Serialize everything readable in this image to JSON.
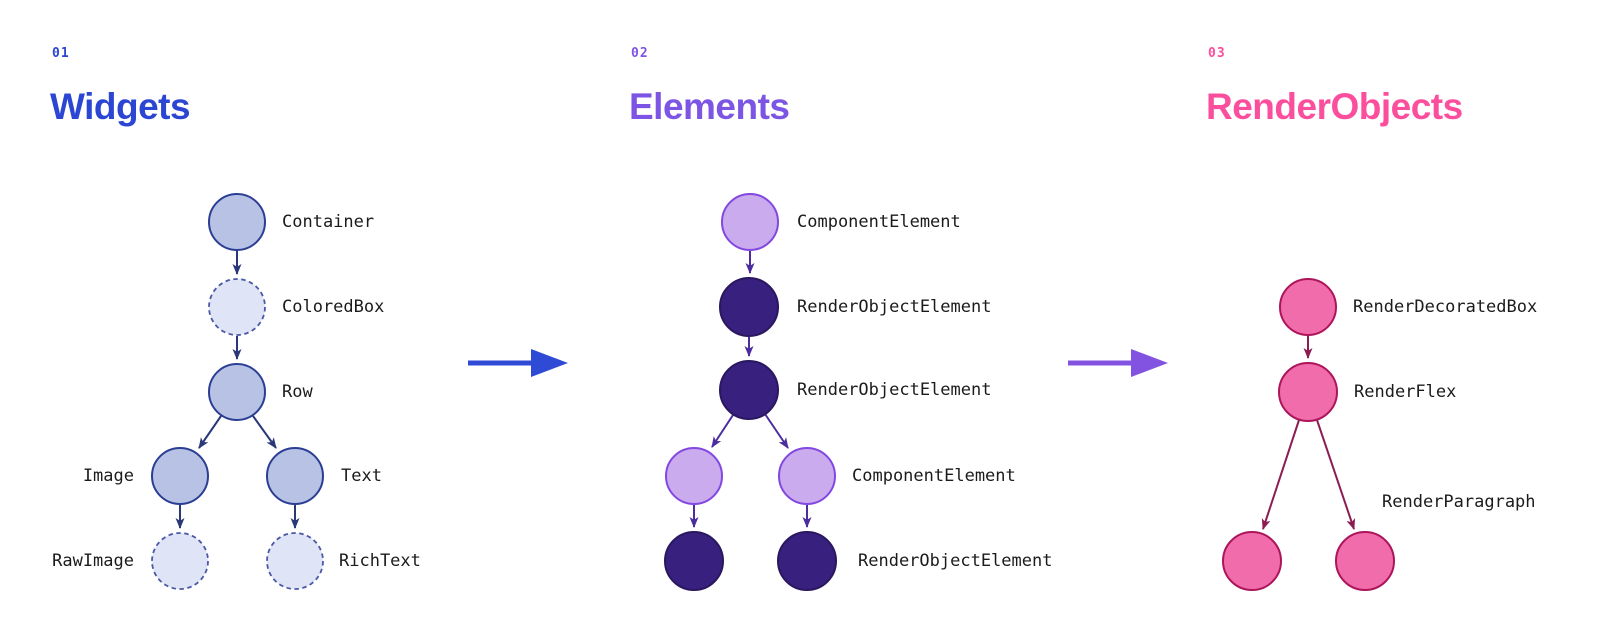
{
  "sections": {
    "widgets": {
      "number": "01",
      "title": "Widgets",
      "nodes": {
        "container": "Container",
        "coloredbox": "ColoredBox",
        "row": "Row",
        "image": "Image",
        "text": "Text",
        "rawimage": "RawImage",
        "richtext": "RichText"
      }
    },
    "elements": {
      "number": "02",
      "title": "Elements",
      "nodes": {
        "component_top": "ComponentElement",
        "render_object_1": "RenderObjectElement",
        "render_object_2": "RenderObjectElement",
        "component_pair": "ComponentElement",
        "render_object_pair": "RenderObjectElement"
      }
    },
    "renderobjects": {
      "number": "03",
      "title": "RenderObjects",
      "nodes": {
        "decorated_box": "RenderDecoratedBox",
        "flex": "RenderFlex",
        "paragraph": "RenderParagraph"
      }
    }
  },
  "colors": {
    "widgets-accent": "#2c46d4",
    "widgets-node-fill": "#b7c2e4",
    "widgets-node-border": "#2c3e94",
    "widgets-node-dashed-fill": "#dfe5f6",
    "widgets-node-dashed-border": "#4a58a6",
    "widgets-arrow": "#2b3878",
    "elements-accent": "#7d55e4",
    "elements-node-light-fill": "#c9abee",
    "elements-node-light-border": "#8348e0",
    "elements-node-dark-fill": "#38207f",
    "elements-node-dark-border": "#2a175f",
    "elements-arrow": "#4b2d9e",
    "renderobjects-accent": "#fb4f9d",
    "renderobjects-node-fill": "#f16cab",
    "renderobjects-node-border": "#ad155a",
    "renderobjects-arrow": "#8c1d53",
    "flow-arrow-1": "#2f4ad4",
    "flow-arrow-2": "#8153e0"
  }
}
